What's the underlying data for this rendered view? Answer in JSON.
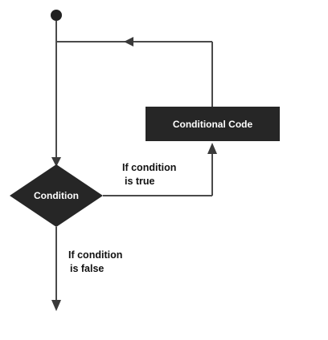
{
  "diagram": {
    "nodes": {
      "condition": {
        "label": "Condition",
        "shape": "diamond"
      },
      "conditional_code": {
        "label": "Conditional Code",
        "shape": "rectangle"
      }
    },
    "edges": {
      "true_branch": {
        "line1": "If condition",
        "line2": "is true"
      },
      "false_branch": {
        "line1": "If condition",
        "line2": "is false"
      }
    },
    "colors": {
      "node_fill": "#262626",
      "node_text": "#ffffff",
      "line": "#4a4a4a",
      "label_text": "#111111"
    }
  }
}
